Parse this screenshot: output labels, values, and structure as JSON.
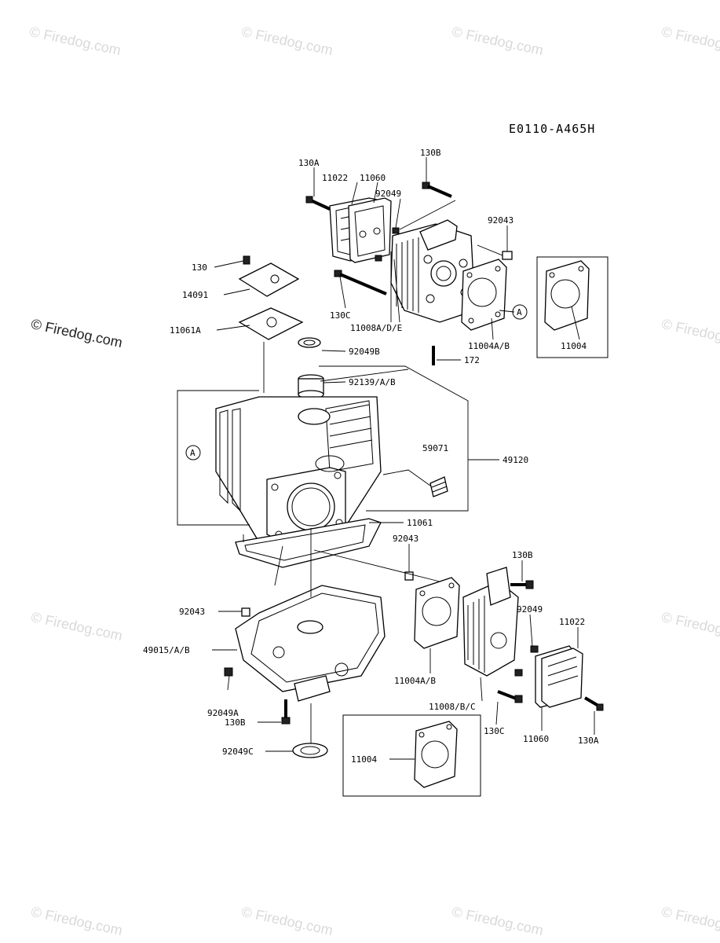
{
  "diagram_code": "E0110-A465H",
  "watermark": {
    "text": "© Firedog.com"
  },
  "callouts": {
    "circle_a": "A",
    "p130A_top": "130A",
    "p130B_top": "130B",
    "p11022_top": "11022",
    "p11060_top": "11060",
    "p92049_top": "92049",
    "p92043_top": "92043",
    "p130": "130",
    "p14091": "14091",
    "p11061A": "11061A",
    "p130C_top": "130C",
    "p11008ADE": "11008A/D/E",
    "p11004AB_top": "11004A/B",
    "p11004_top": "11004",
    "p172": "172",
    "p92049B": "92049B",
    "p92139AB": "92139/A/B",
    "p59071": "59071",
    "p49120": "49120",
    "p11061": "11061",
    "p92043_mid": "92043",
    "p130B_right": "130B",
    "p92049_right": "92049",
    "p11022_right": "11022",
    "p92043_left": "92043",
    "p49015AB": "49015/A/B",
    "p92049A": "92049A",
    "p130B_bottom": "130B",
    "p92049C": "92049C",
    "p11004AB_bottom": "11004A/B",
    "p11008BC": "11008/B/C",
    "p130C_bottom": "130C",
    "p11060_bottom": "11060",
    "p130A_bottom": "130A",
    "p11004_bottom": "11004"
  }
}
